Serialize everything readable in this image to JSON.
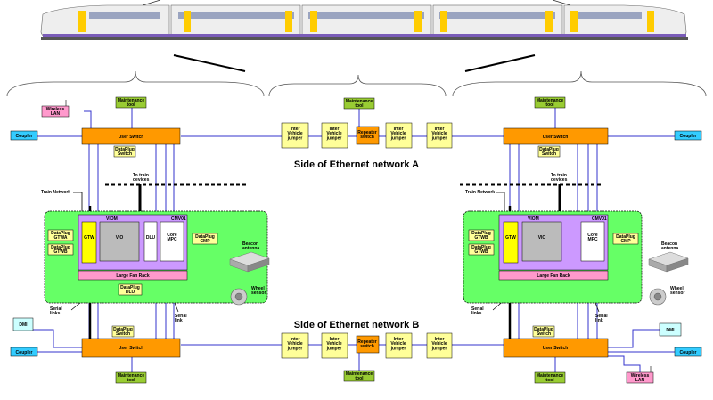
{
  "headings": {
    "network_a": "Side of Ethernet network A",
    "network_b": "Side of Ethernet network B"
  },
  "labels": {
    "maintenance_tool": "Maintenance\ntool",
    "user_switch": "User Switch",
    "dataplug_switch": "DataPlug\nSwitch",
    "coupler": "Coupler",
    "wireless_lan": "Wireless\nLAN",
    "to_train_devices": "To train\ndevices",
    "train_network": "Train Network",
    "viom": "VIOM",
    "cmv01": "CMV01",
    "gtw": "GTW",
    "vio": "VIO",
    "dlu": "DLU",
    "core_mpc": "Core\nMPC",
    "dataplug_gtwa": "DataPlug\nGTWA",
    "dataplug_gtwb": "DataPlug\nGTWB",
    "dataplug_cmp": "DataPlug\nCMP",
    "dataplug_dlu": "DataPlug\nDLU",
    "large_fan_rack": "Large Fan Rack",
    "beacon_antenna": "Beacon\nantenna",
    "wheel_sensor": "Wheel\nsensor",
    "serial_links": "Serial\nlinks",
    "serial_link": "Serial\nlink",
    "dmi": "DMI",
    "inter_vehicle_jumper": "Inter\nVehicle\njumper",
    "repeater_switch": "Repeater\nswitch"
  },
  "colors": {
    "maintenance": "#99cc33",
    "switch": "#ff9900",
    "dataplug": "#ffff99",
    "coupler": "#33ccff",
    "wireless": "#ff99cc",
    "cabinet": "#66ff66",
    "cmv": "#cc99ff",
    "gtw": "#ffff00",
    "vio": "#bbbbbb",
    "fan_rack": "#ff99cc",
    "jumper": "#ffff99",
    "dmi": "#ccffff",
    "link": "#3333cc"
  }
}
